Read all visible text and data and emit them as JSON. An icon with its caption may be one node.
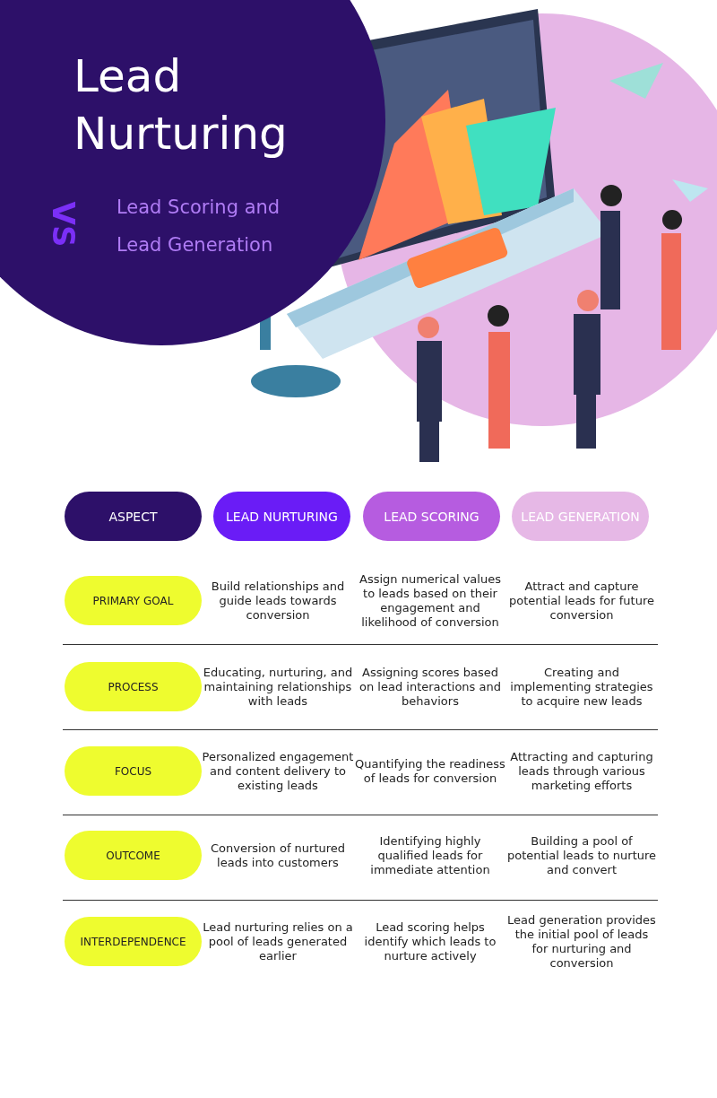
{
  "diagram": {
    "nodes": [
      {
        "text": [
          "Lead Nurturing",
          "VS",
          "Lead Scoring and Lead Generation"
        ]
      },
      {
        "text": [
          "ASPECT"
        ]
      },
      {
        "text": [
          "LEAD NURTURING"
        ]
      },
      {
        "text": [
          "LEAD SCORING"
        ]
      },
      {
        "text": [
          "LEAD GENERATION"
        ]
      },
      {
        "text": [
          "PRIMARY GOAL"
        ]
      },
      {
        "text": [
          "PROCESS"
        ]
      },
      {
        "text": [
          "FOCUS"
        ]
      },
      {
        "text": [
          "OUTCOME"
        ]
      },
      {
        "text": [
          "INTERDEPENDENCE"
        ]
      }
    ],
    "labels": [
      "Build relationships and guide leads towards conversion",
      "Assign numerical values to leads based on their engagement and likelihood of conversion",
      "Attract and capture potential leads for future conversion",
      "Educating, nurturing, and maintaining relationships with leads",
      "Assigning scores based on lead interactions and behaviors",
      "Creating and implementing strategies to acquire new leads",
      "Personalized engagement and content delivery to existing leads",
      "Quantifying the readiness of leads for conversion",
      "Attracting and capturing leads through various marketing efforts",
      "Conversion of nurtured leads into customers",
      "Identifying highly qualified leads for immediate attention",
      "Building a pool of potential leads to nurture and convert",
      "Lead nurturing relies on a pool of leads generated earlier",
      "Lead scoring helps identify which leads to nurture actively",
      "Lead generation provides the initial pool of leads for nurturing and conversion"
    ]
  }
}
